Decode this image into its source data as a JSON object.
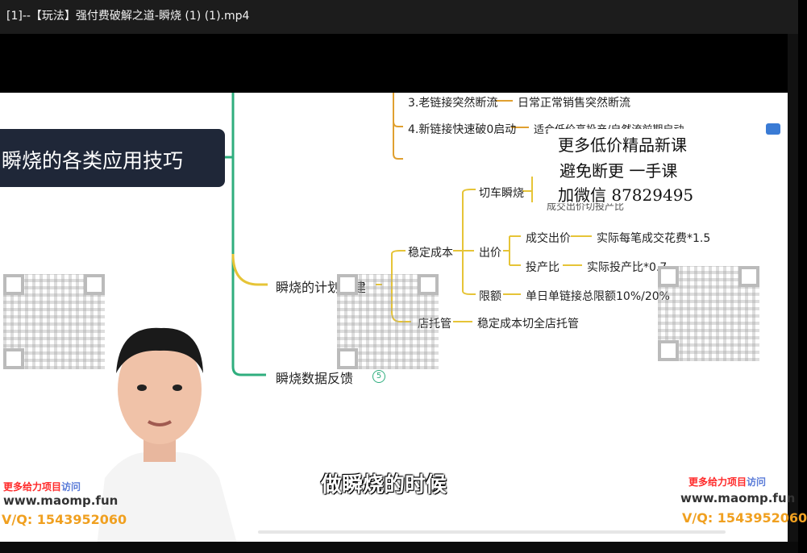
{
  "window": {
    "title": "[1]--【玩法】强付费破解之道-瞬烧 (1) (1).mp4"
  },
  "slide": {
    "title": "瞬烧的各类应用技巧",
    "top_items": [
      {
        "label": "3.老链接突然断流",
        "desc": "日常正常销售突然断流"
      },
      {
        "label": "4.新链接快速破0启动",
        "desc": "适合低价高投产/自然流前期启动"
      }
    ],
    "branches": {
      "plan": "瞬烧的计划搭建",
      "feedback": "瞬烧数据反馈",
      "feedback_badge": "5"
    },
    "stable_cost": {
      "label": "稳定成本",
      "switch": "切车瞬烧",
      "switch_sub": "成交出价切投产比",
      "bid": "出价",
      "deal_bid": "成交出价",
      "deal_bid_desc": "实际每笔成交花费*1.5",
      "roi": "投产比",
      "roi_desc": "实际投产比*0.7",
      "limit": "限额",
      "limit_desc": "单日单链接总限额10%/20%"
    },
    "store_hosting": {
      "label": "店托管",
      "desc": "稳定成本切全店托管"
    },
    "promo_lines": [
      "更多低价精品新课",
      "避免断更  一手课",
      "加微信    87829495"
    ],
    "caption": "做瞬烧的时候",
    "brand_left": {
      "line1": "更多给力项目",
      "visit": "访问",
      "url": "www.maomp.fun",
      "contact": "V/Q: 1543952060"
    },
    "brand_right": {
      "line1": "更多给力项目",
      "visit": "访问",
      "url": "www.maomp.fun",
      "contact": "V/Q: 1543952060"
    }
  },
  "colors": {
    "branch_green": "#2fae7e",
    "branch_yellow": "#e6c437",
    "branch_orange": "#e0a030",
    "title_box": "#1f2738",
    "brand_red": "#ff2a2a"
  }
}
